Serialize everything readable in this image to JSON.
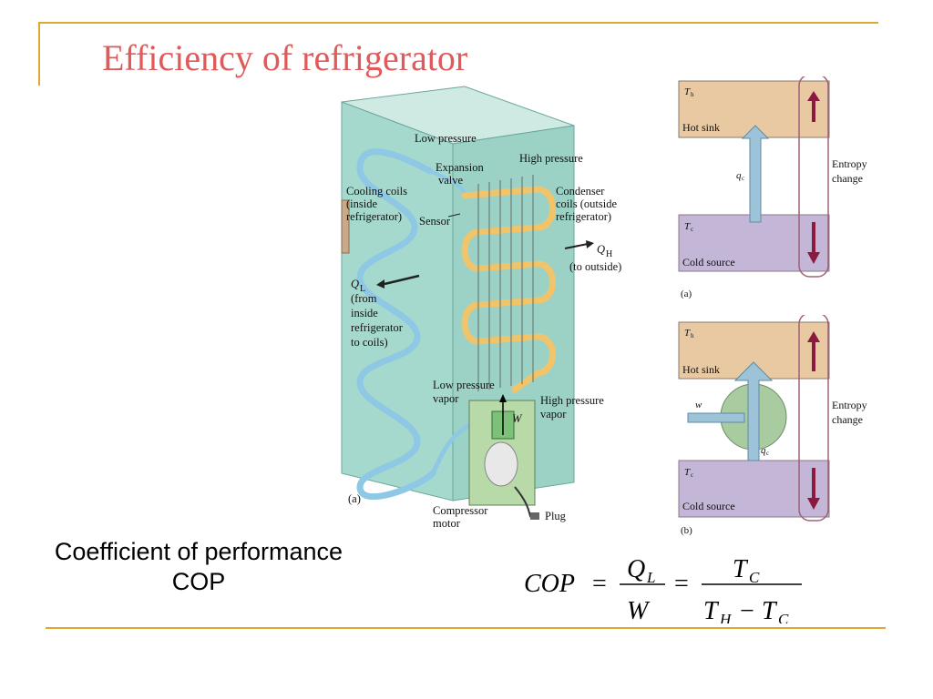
{
  "slide": {
    "title": "Efficiency of refrigerator",
    "accent_color": "#e0a833",
    "title_color": "#e05a5a"
  },
  "fridge": {
    "labels": {
      "low_pressure": "Low pressure",
      "expansion_valve_1": "Expansion",
      "expansion_valve_2": "valve",
      "high_pressure": "High pressure",
      "cooling_coils_1": "Cooling coils",
      "cooling_coils_2": "(inside",
      "cooling_coils_3": "refrigerator)",
      "sensor": "Sensor",
      "condenser_1": "Condenser",
      "condenser_2": "coils (outside",
      "condenser_3": "refrigerator)",
      "qh_symbol": "Q",
      "qh_sub": "H",
      "qh_dest": "(to outside)",
      "ql_symbol": "Q",
      "ql_sub": "L",
      "ql_1": "(from",
      "ql_2": "inside",
      "ql_3": "refrigerator",
      "ql_4": "to coils)",
      "lp_vapor_1": "Low pressure",
      "lp_vapor_2": "vapor",
      "w": "W",
      "hp_vapor_1": "High pressure",
      "hp_vapor_2": "vapor",
      "panel": "(a)",
      "compressor_1": "Compressor",
      "compressor_2": "motor",
      "plug": "Plug"
    }
  },
  "entropy_a": {
    "th": "T",
    "th_sub": "h",
    "hot_sink": "Hot sink",
    "qc": "q",
    "qc_sub": "c",
    "tc": "T",
    "tc_sub": "c",
    "cold_source": "Cold source",
    "entropy_1": "Entropy",
    "entropy_2": "change",
    "panel": "(a)"
  },
  "entropy_b": {
    "th": "T",
    "th_sub": "h",
    "hot_sink": "Hot sink",
    "w": "w",
    "qc": "q",
    "qc_sub": "c",
    "tc": "T",
    "tc_sub": "c",
    "cold_source": "Cold source",
    "entropy_1": "Entropy",
    "entropy_2": "change",
    "panel": "(b)"
  },
  "cop": {
    "label_line1": "Coefficient of performance",
    "label_line2": "COP",
    "formula": {
      "lhs": "COP",
      "eq1": "=",
      "num1": "Q",
      "num1_sub": "L",
      "den1": "W",
      "eq2": "=",
      "num2": "T",
      "num2_sub": "C",
      "den2_a": "T",
      "den2_a_sub": "H",
      "den2_minus": "−",
      "den2_b": "T",
      "den2_b_sub": "C"
    }
  }
}
